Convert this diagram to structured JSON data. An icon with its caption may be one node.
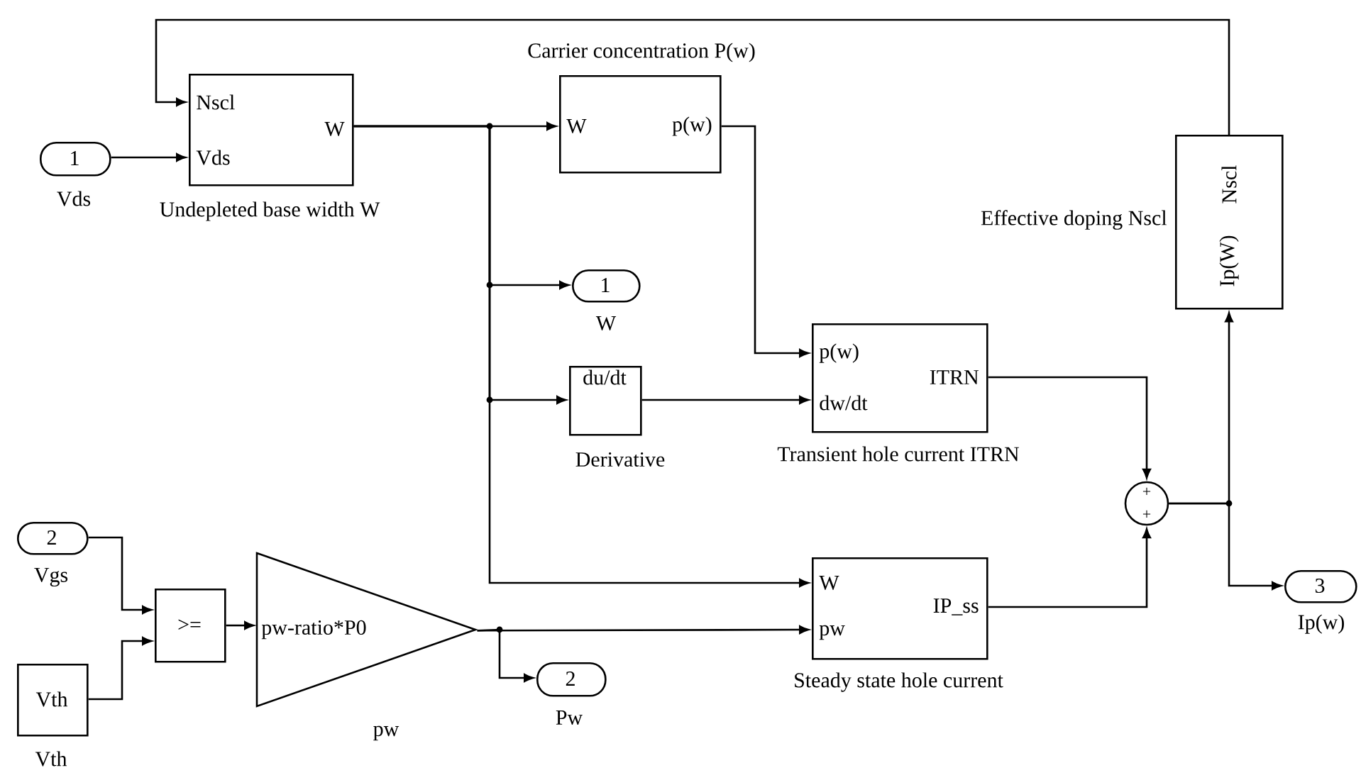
{
  "diagram": {
    "nodes": [
      {
        "text": [
          "1"
        ],
        "beside": [
          "Vds"
        ]
      },
      {
        "text": [
          "Nscl",
          "Vds",
          "W"
        ],
        "beside": [
          "Undepleted base width W"
        ]
      },
      {
        "text": [
          "W",
          "p(w)"
        ],
        "beside": [
          "Carrier concentration P(w)"
        ]
      },
      {
        "text": [
          "1"
        ],
        "beside": [
          "W"
        ]
      },
      {
        "text": [
          "du/dt"
        ],
        "beside": [
          "Derivative"
        ]
      },
      {
        "text": [
          "p(w)",
          "dw/dt",
          "ITRN"
        ],
        "beside": [
          "Transient hole current ITRN"
        ]
      },
      {
        "text": [
          "Nscl",
          "Ip(W)"
        ],
        "beside": [
          "Effective doping Nscl"
        ]
      },
      {
        "text": [
          "2"
        ],
        "beside": [
          "Vgs"
        ]
      },
      {
        "text": [
          "Vth"
        ],
        "beside": [
          "Vth"
        ]
      },
      {
        "text": [
          ">="
        ]
      },
      {
        "text": [
          "pw-ratio*P0"
        ],
        "beside": [
          "pw"
        ]
      },
      {
        "text": [
          "2"
        ],
        "beside": [
          "Pw"
        ]
      },
      {
        "text": [
          "+",
          "+"
        ]
      },
      {
        "text": [
          "W",
          "pw",
          "IP_ss"
        ],
        "beside": [
          "Steady state hole current"
        ]
      },
      {
        "text": [
          "3"
        ],
        "beside": [
          "Ip(w)"
        ]
      }
    ],
    "edges": [
      {
        "from": 0,
        "to": 1,
        "arrow": "to"
      },
      {
        "from": 6,
        "to": 1,
        "arrow": "to"
      },
      {
        "from": 1,
        "to": 2,
        "arrow": "to"
      },
      {
        "from": 1,
        "to": 3,
        "arrow": "to"
      },
      {
        "from": 1,
        "to": 4,
        "arrow": "to"
      },
      {
        "from": 1,
        "to": 13,
        "arrow": "to"
      },
      {
        "from": 2,
        "to": 5,
        "arrow": "to"
      },
      {
        "from": 4,
        "to": 5,
        "arrow": "to"
      },
      {
        "from": 5,
        "to": 12,
        "arrow": "to"
      },
      {
        "from": 13,
        "to": 12,
        "arrow": "to"
      },
      {
        "from": 12,
        "to": 6,
        "arrow": "to"
      },
      {
        "from": 12,
        "to": 14,
        "arrow": "to"
      },
      {
        "from": 7,
        "to": 9,
        "arrow": "to"
      },
      {
        "from": 8,
        "to": 9,
        "arrow": "to"
      },
      {
        "from": 9,
        "to": 10,
        "arrow": "to"
      },
      {
        "from": 10,
        "to": 13,
        "arrow": "to"
      },
      {
        "from": 10,
        "to": 11,
        "arrow": "to"
      }
    ]
  }
}
